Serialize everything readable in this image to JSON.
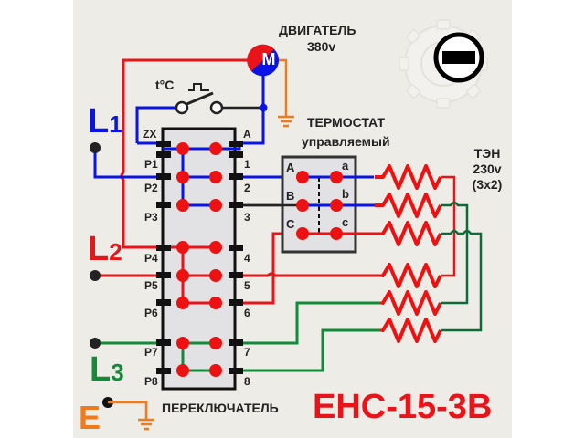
{
  "colors": {
    "phase_l1": "#0a14e6",
    "phase_l2": "#e8141a",
    "phase_l3": "#128a3a",
    "phase_l3_dark": "#106a38",
    "earth": "#f07a1e",
    "contact": "#ee1111",
    "switch_body": "#e2e2e4",
    "panel_bg": "#edece6",
    "text": "#222222"
  },
  "lines": {
    "l1": "L",
    "l1_sub": "1",
    "l2": "L",
    "l2_sub": "2",
    "l3": "L",
    "l3_sub": "3",
    "earth": "E"
  },
  "motor": {
    "symbol": "M",
    "title": "ДВИГАТЕЛЬ",
    "voltage": "380v"
  },
  "temp_switch": {
    "label": "t°C"
  },
  "thermostat": {
    "title": "ТЕРМОСТАТ",
    "subtitle": "управляемый",
    "terminals_left": [
      "A",
      "B",
      "C"
    ],
    "terminals_right": [
      "a",
      "b",
      "c"
    ]
  },
  "heater": {
    "title": "ТЭН",
    "voltage": "230v",
    "config": "(3x2)"
  },
  "switch": {
    "title": "ПЕРЕКЛЮЧАТЕЛЬ",
    "left_terminals": [
      "ZX",
      "P1",
      "P2",
      "P3",
      "P4",
      "P5",
      "P6",
      "P7",
      "P8"
    ],
    "right_terminals": [
      "A",
      "1",
      "2",
      "3",
      "4",
      "5",
      "6",
      "7",
      "8"
    ]
  },
  "model": "EHC-15-3B",
  "logo": {
    "icon": "gear-minus-icon"
  }
}
